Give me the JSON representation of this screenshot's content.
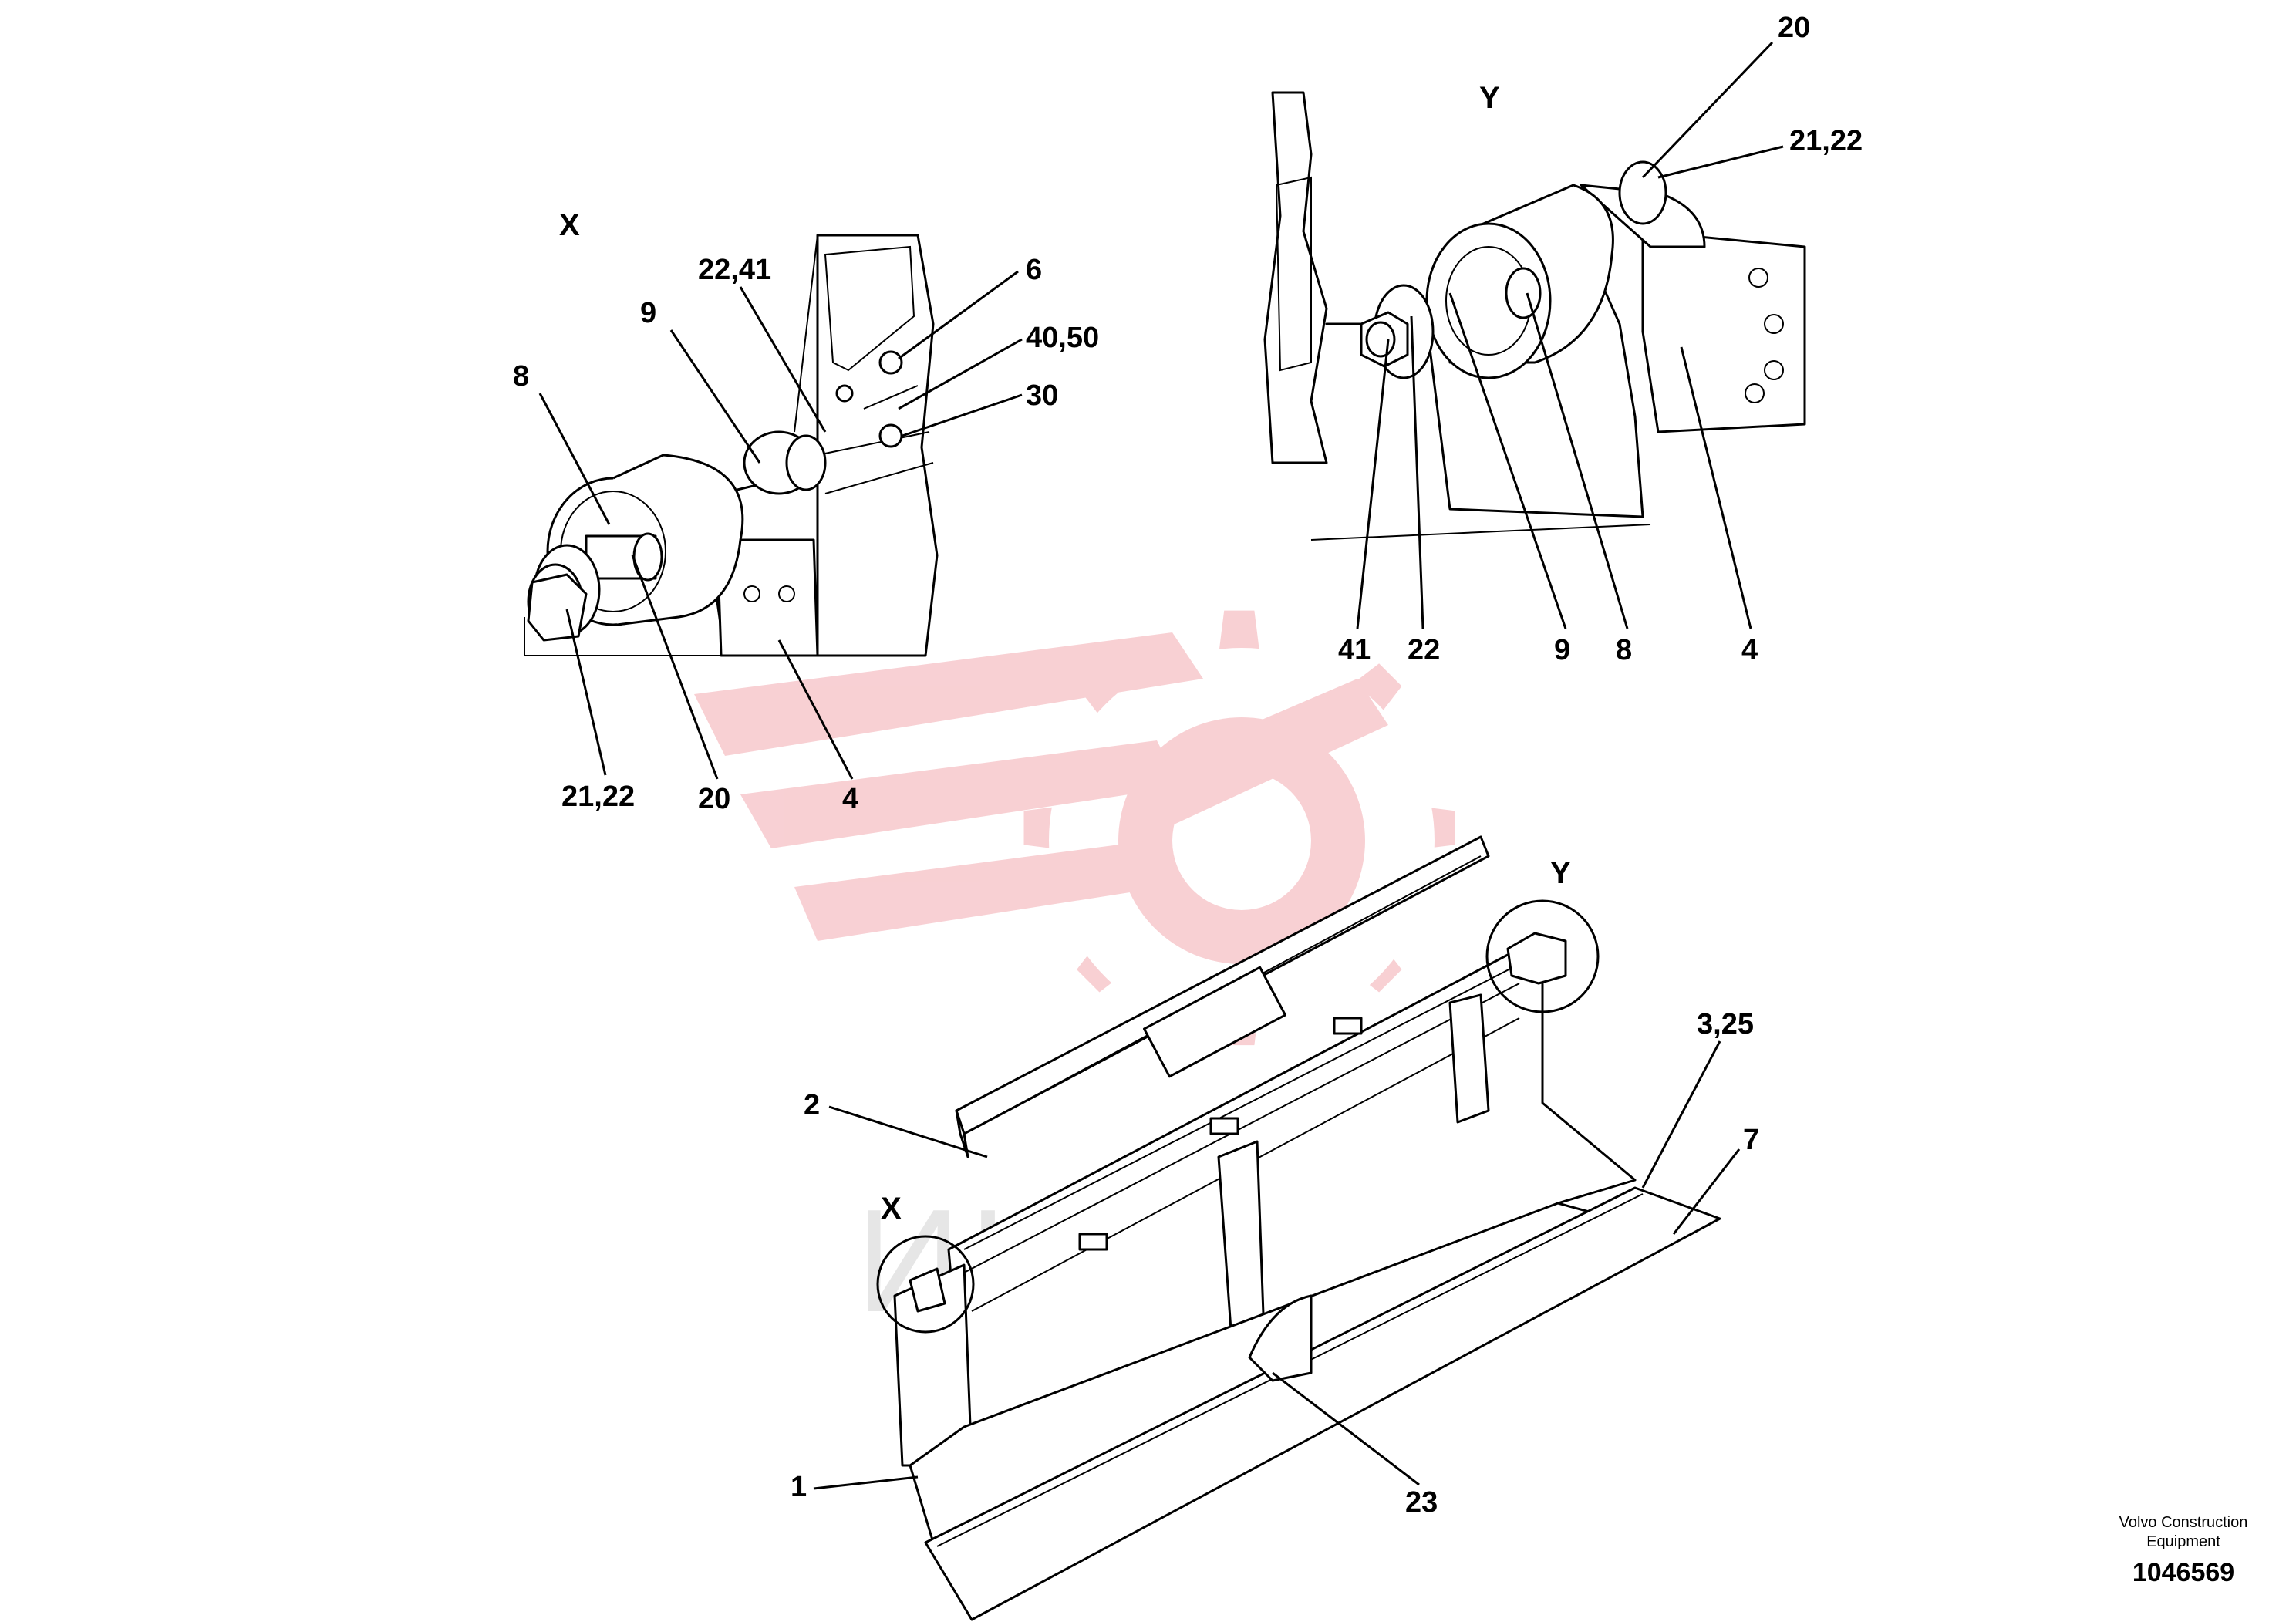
{
  "views": {
    "x_detail": "X",
    "y_detail": "Y",
    "x_circle": "X",
    "y_circle": "Y"
  },
  "labels": {
    "x_8": "8",
    "x_9": "9",
    "x_22_41": "22,41",
    "x_6": "6",
    "x_40_50": "40,50",
    "x_30": "30",
    "x_21_22": "21,22",
    "x_20": "20",
    "x_4": "4",
    "y_20": "20",
    "y_21_22": "21,22",
    "y_41": "41",
    "y_22": "22",
    "y_9": "9",
    "y_8": "8",
    "y_4": "4",
    "m_2": "2",
    "m_1": "1",
    "m_3_25": "3,25",
    "m_7": "7",
    "m_23": "23"
  },
  "watermark": {
    "text": "ИНТЕХ",
    "color": "#f7c8cc"
  },
  "footer": {
    "maker_line1": "Volvo Construction",
    "maker_line2": "Equipment",
    "drawing_number": "1046569"
  }
}
